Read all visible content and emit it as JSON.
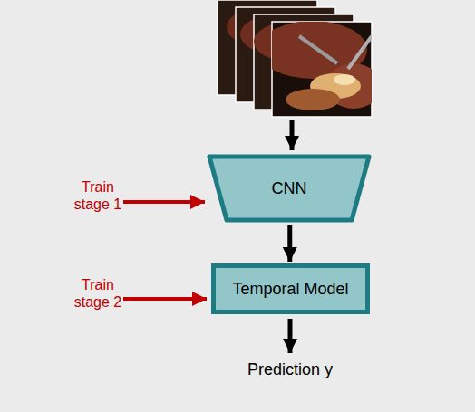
{
  "diagram": {
    "nodes": [
      {
        "text": [
          "CNN"
        ]
      },
      {
        "text": [
          "Temporal Model"
        ]
      }
    ],
    "edges": [
      {
        "from": 0,
        "to": 1,
        "arrow": "to"
      }
    ],
    "labels": [
      "Train stage 1",
      "Train stage 2",
      "Prediction y"
    ]
  }
}
